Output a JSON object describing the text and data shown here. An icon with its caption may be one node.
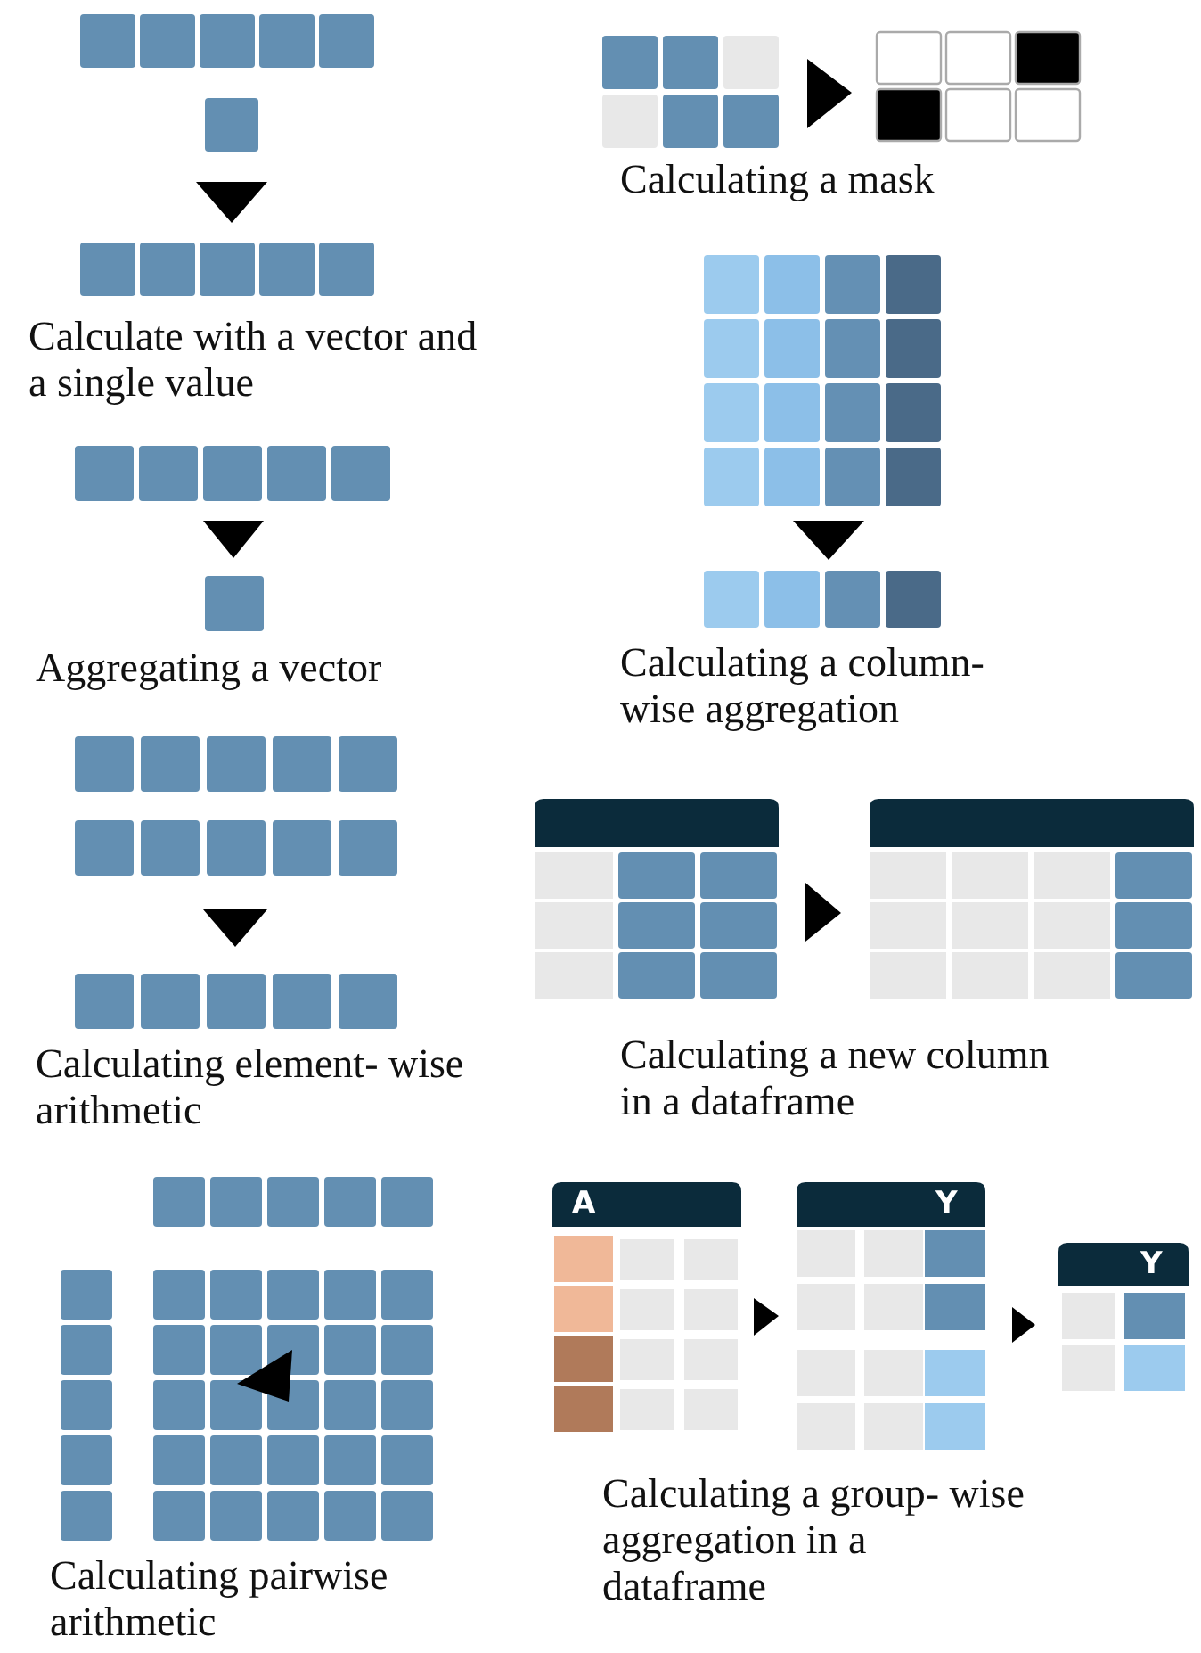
{
  "diagram": {
    "labels": [
      "Calculate with a vector and a single value",
      "Aggregating a vector",
      "Calculating element- wise arithmetic",
      "Calculating pairwise arithmetic",
      "Calculating a mask",
      "Calculating a column- wise aggregation",
      "Calculating a new column in a dataframe",
      "A",
      "Y",
      "Y",
      "Calculating a group- wise aggregation in a dataframe"
    ]
  }
}
